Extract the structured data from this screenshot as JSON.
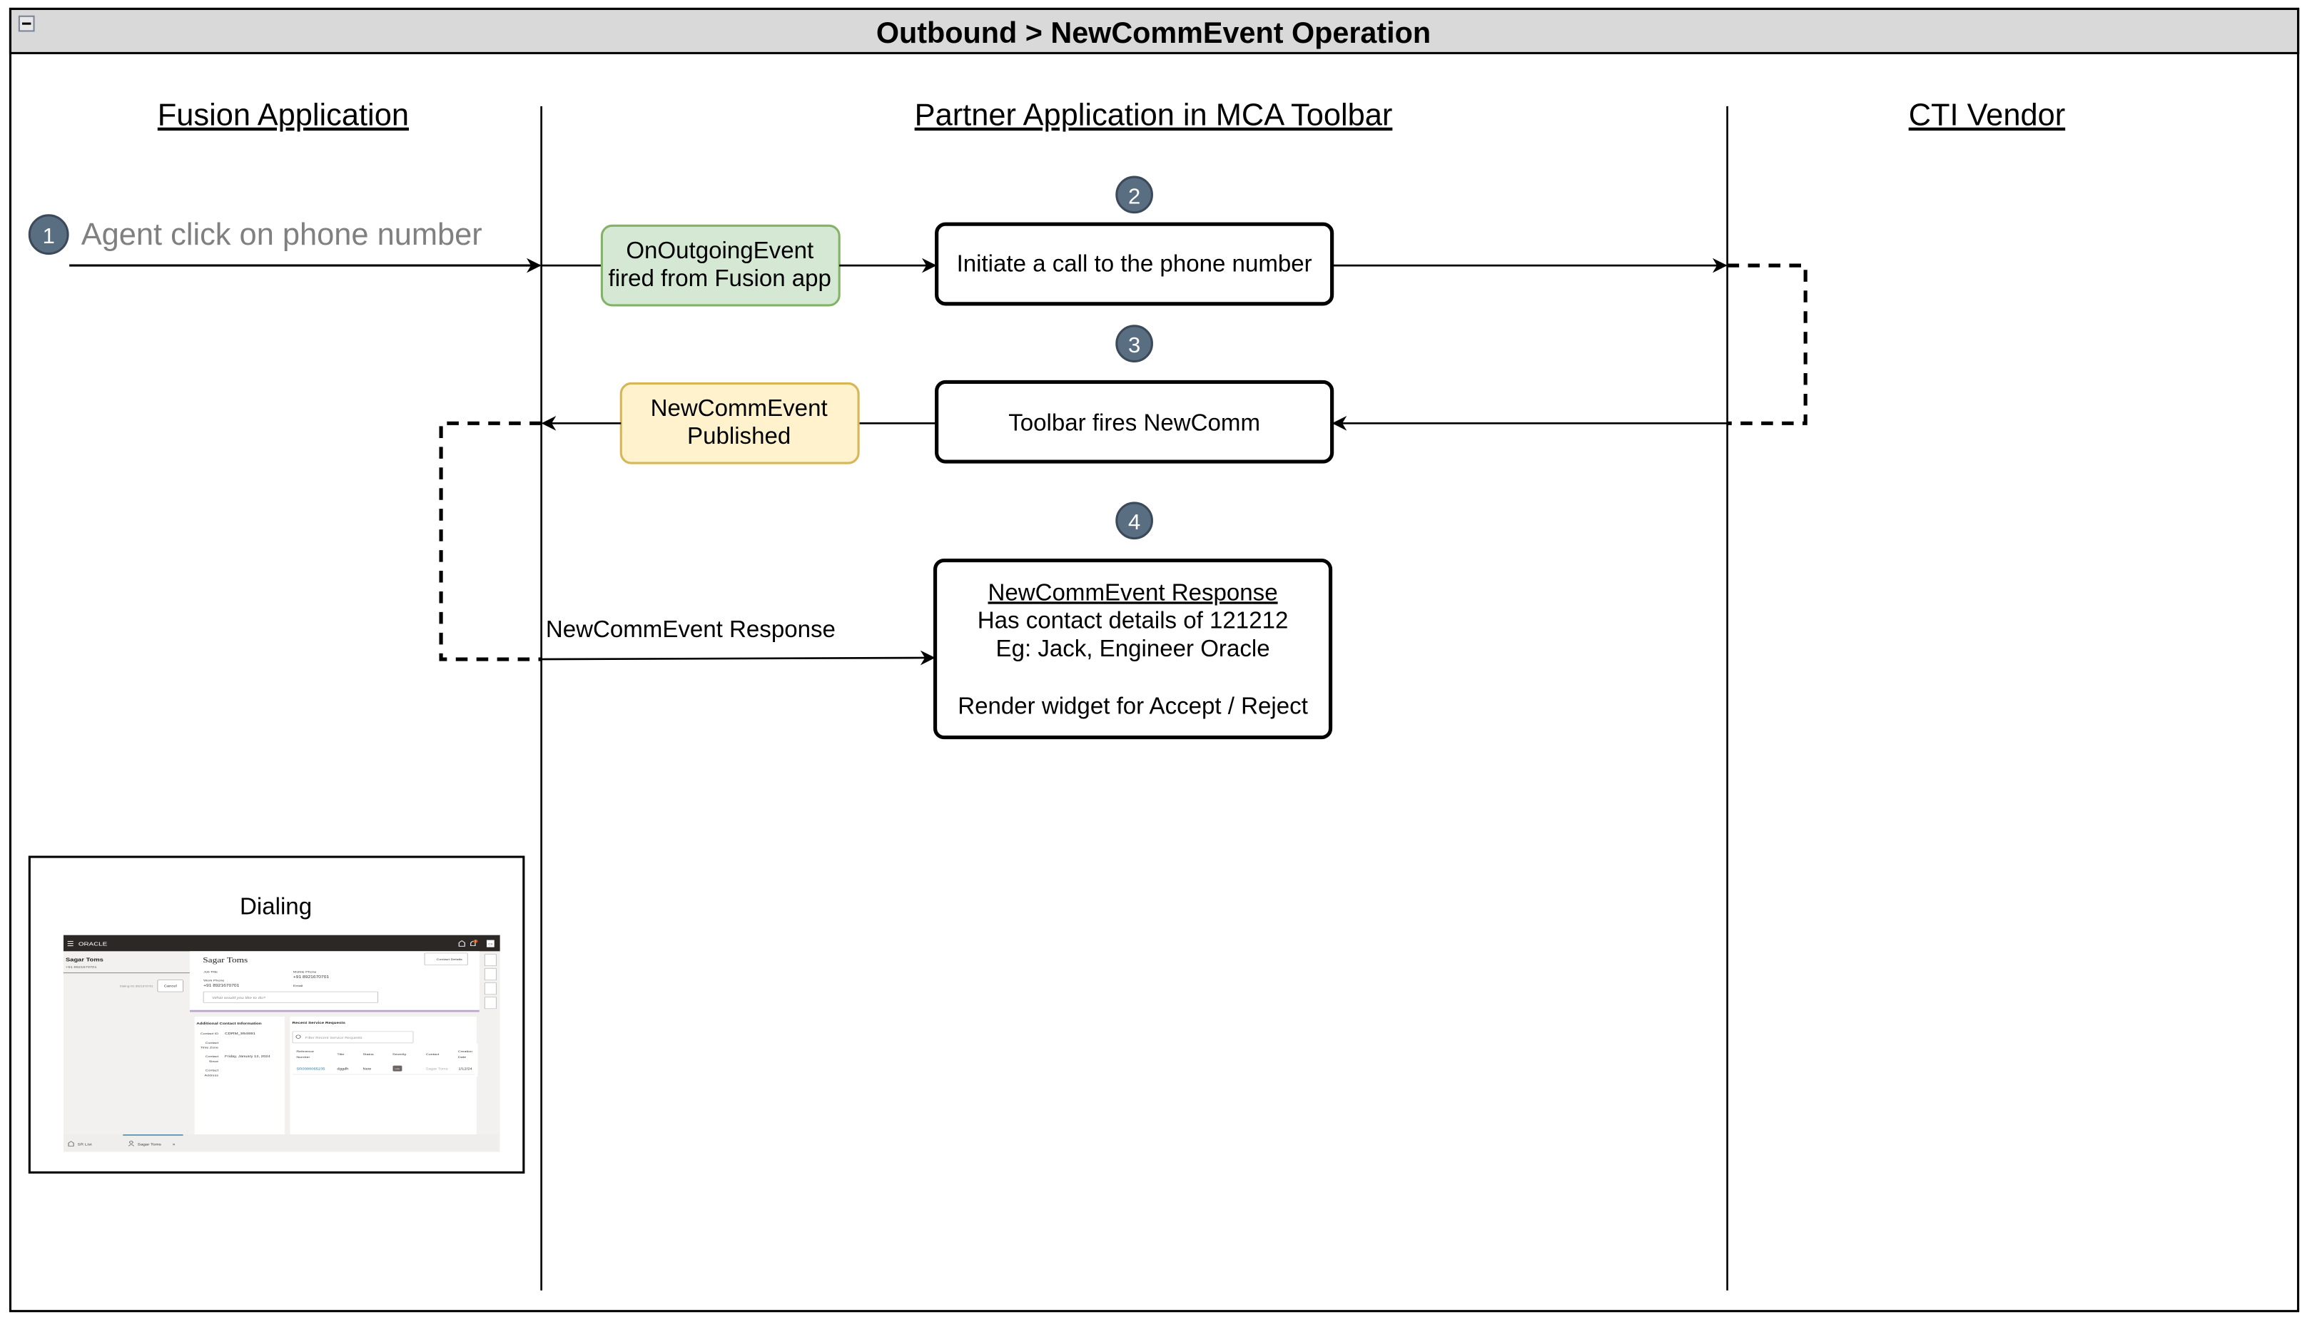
{
  "title": "Outbound > NewCommEvent Operation",
  "collapse_icon": "minus-box-icon",
  "lanes": {
    "fusion": "Fusion Application",
    "partner": "Partner Application in MCA Toolbar",
    "cti": "CTI Vendor"
  },
  "steps": {
    "s1": {
      "number": "1",
      "label": "Agent click on phone number"
    },
    "s2": {
      "number": "2"
    },
    "s3": {
      "number": "3"
    },
    "s4": {
      "number": "4"
    }
  },
  "boxes": {
    "outgoing_event": {
      "line1": "OnOutgoingEvent",
      "line2": "fired from Fusion app"
    },
    "initiate_call": "Initiate a call to the phone number",
    "toolbar_fires": "Toolbar fires NewComm",
    "published": {
      "line1": "NewCommEvent",
      "line2": "Published"
    },
    "response": {
      "heading": "NewCommEvent Response",
      "line1": "Has contact details of 121212",
      "line2": "Eg: Jack, Engineer Oracle",
      "line3": "Render widget for Accept / Reject"
    }
  },
  "arrow_labels": {
    "response": "NewCommEvent Response"
  },
  "colors": {
    "step_circle": "#5a6e82",
    "green_fill": "#d5e8d4",
    "green_stroke": "#82b366",
    "yellow_fill": "#fff2cc",
    "yellow_stroke": "#d6b656",
    "header_bg": "#d9d9d9"
  },
  "dialing": {
    "caption": "Dialing",
    "app": {
      "brand": "ORACLE",
      "avatar": "CS",
      "notification_count": "1",
      "left": {
        "name": "Sagar Toms",
        "phone": "+91 8921670701",
        "status": "Dialing+91 8921670701",
        "cancel": "Cancel"
      },
      "contact": {
        "name": "Sagar Toms",
        "job_title_label": "Job Title",
        "work_phone_label": "Work Phone",
        "work_phone": "+91 8921670701",
        "mobile_phone_label": "Mobile Phone",
        "mobile_phone": "+91 8921670701",
        "email_label": "Email",
        "prompt_placeholder": "What would you like to do?",
        "details_button": "Contact Details"
      },
      "additional": {
        "title": "Additional Contact Information",
        "contact_id_label": "Contact ID",
        "contact_id": "CDRM_954691",
        "time_zone_label1": "Contact",
        "time_zone_label2": "Time Zone",
        "since_label1": "Contact",
        "since_label2": "Since",
        "since": "Friday, January 12, 2024",
        "address_label1": "Contact",
        "address_label2": "Address"
      },
      "requests": {
        "title": "Recent Service Requests",
        "filter_placeholder": "Filter Recent Service Requests",
        "columns": {
          "ref1": "Reference",
          "ref2": "Number",
          "title": "Title",
          "status": "Status",
          "severity": "Severity",
          "contact": "Contact",
          "created1": "Creation",
          "created2": "Date"
        },
        "rows": [
          {
            "ref": "SR0000065235",
            "title": "dggdh",
            "status": "New",
            "severity": "Low",
            "contact": "Sagar Toms",
            "created": "1/12/24"
          }
        ]
      },
      "tabs": [
        {
          "label": "SR List",
          "icon": "home-icon"
        },
        {
          "label": "Sagar Toms",
          "icon": "person-icon",
          "close": "×"
        }
      ]
    }
  }
}
